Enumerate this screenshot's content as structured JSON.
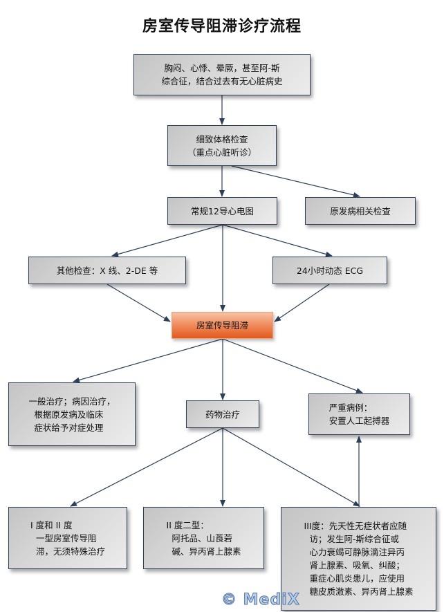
{
  "title": "房室传导阻滞诊疗流程",
  "nodes": {
    "symptoms": "胸闷、心悸、晕厥，甚至阿-斯\n综合征，结合过去有无心脏病史",
    "physical_exam": "细致体格检查\n（重点心脏听诊）",
    "ecg12": "常规12导心电图",
    "primary_disease_exam": "原发病相关检查",
    "other_exam": "其他检查：X 线、2-DE 等",
    "holter": "24小时动态 ECG",
    "diagnosis": "房室传导阻滞",
    "general_treatment": "一般治疗；病因治疗，\n  根据原发病及临床\n  症状给予对症处理",
    "drug_treatment": "药物治疗",
    "severe_case": "严重病例：\n安置人工起搏器",
    "degree_1_2": "I 度和 II 度\n  一型房室传导阻\n  滞，无须特殊治疗",
    "degree_2_type2": "II 度二型：\n  阿托品、山莨菪\n  碱、异丙肾上腺素",
    "degree_3": "III度：先天性无症状者应随\n  访；发生阿-斯综合征或\n  心力衰竭可静脉滴注异丙\n  肾上腺素、吸氧、纠酸；\n  重症心肌炎患儿，应使用\n  糖皮质激素、异丙肾上腺素"
  },
  "edges": [
    {
      "from": "symptoms",
      "to": "physical_exam"
    },
    {
      "from": "physical_exam",
      "to": "ecg12"
    },
    {
      "from": "physical_exam",
      "to": "primary_disease_exam"
    },
    {
      "from": "ecg12",
      "to": "other_exam"
    },
    {
      "from": "ecg12",
      "to": "diagnosis"
    },
    {
      "from": "ecg12",
      "to": "holter"
    },
    {
      "from": "other_exam",
      "to": "diagnosis"
    },
    {
      "from": "holter",
      "to": "diagnosis"
    },
    {
      "from": "diagnosis",
      "to": "general_treatment"
    },
    {
      "from": "diagnosis",
      "to": "drug_treatment"
    },
    {
      "from": "diagnosis",
      "to": "severe_case"
    },
    {
      "from": "drug_treatment",
      "to": "degree_1_2"
    },
    {
      "from": "drug_treatment",
      "to": "degree_2_type2"
    },
    {
      "from": "drug_treatment",
      "to": "degree_3"
    },
    {
      "from": "degree_3",
      "to": "severe_case"
    }
  ],
  "colors": {
    "arrow": "#2b3f5a",
    "box_border": "#2b3f5a",
    "highlight": "#e25a1c"
  },
  "watermark": "© MediX"
}
